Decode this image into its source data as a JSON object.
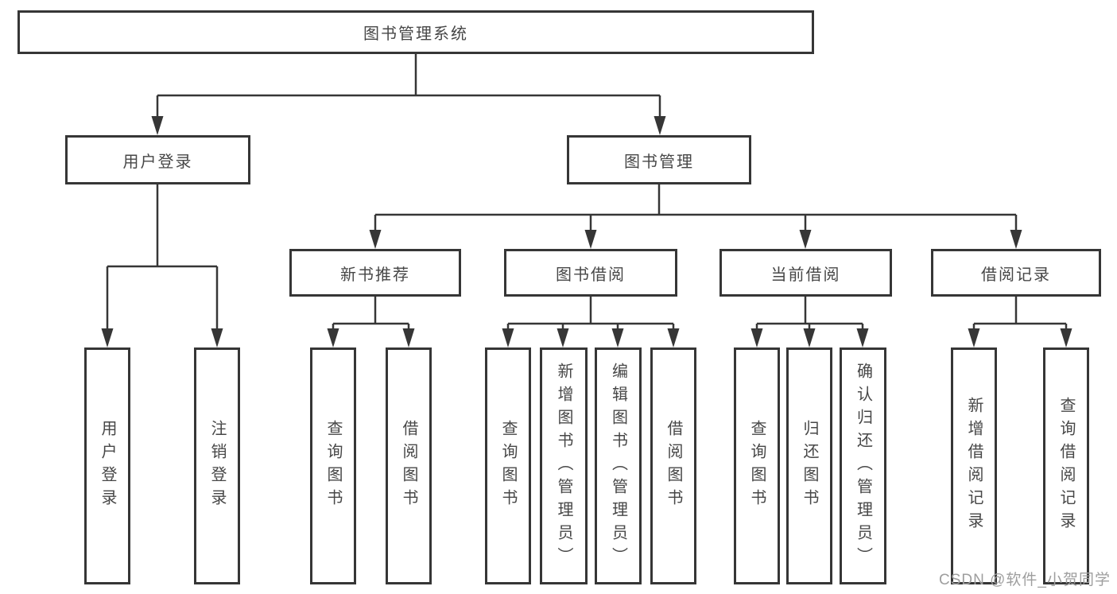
{
  "diagram": {
    "title": "图书管理系统",
    "root": {
      "label": "图书管理系统"
    },
    "level2": [
      {
        "id": "user-login",
        "label": "用户登录"
      },
      {
        "id": "book-management",
        "label": "图书管理"
      }
    ],
    "level3": [
      {
        "id": "new-book-recommend",
        "label": "新书推荐",
        "parent": "book-management"
      },
      {
        "id": "book-borrowing",
        "label": "图书借阅",
        "parent": "book-management"
      },
      {
        "id": "current-borrowing",
        "label": "当前借阅",
        "parent": "book-management"
      },
      {
        "id": "borrowing-records",
        "label": "借阅记录",
        "parent": "book-management"
      }
    ],
    "leaves": [
      {
        "parent": "user-login",
        "label": "用户登录"
      },
      {
        "parent": "user-login",
        "label": "注销登录"
      },
      {
        "parent": "new-book-recommend",
        "label": "查询图书"
      },
      {
        "parent": "new-book-recommend",
        "label": "借阅图书"
      },
      {
        "parent": "book-borrowing",
        "label": "查询图书"
      },
      {
        "parent": "book-borrowing",
        "label": "新增图书（管理员）"
      },
      {
        "parent": "book-borrowing",
        "label": "编辑图书（管理员）"
      },
      {
        "parent": "book-borrowing",
        "label": "借阅图书"
      },
      {
        "parent": "current-borrowing",
        "label": "查询图书"
      },
      {
        "parent": "current-borrowing",
        "label": "归还图书"
      },
      {
        "parent": "current-borrowing",
        "label": "确认归还（管理员）"
      },
      {
        "parent": "borrowing-records",
        "label": "新增借阅记录"
      },
      {
        "parent": "borrowing-records",
        "label": "查询借阅记录"
      }
    ]
  },
  "watermark": {
    "text": "CSDN @软件_小贺同学"
  },
  "colors": {
    "line": "#363636",
    "border": "#363636",
    "text": "#474747",
    "watermark": "#9e9e9e",
    "background": "#ffffff"
  }
}
